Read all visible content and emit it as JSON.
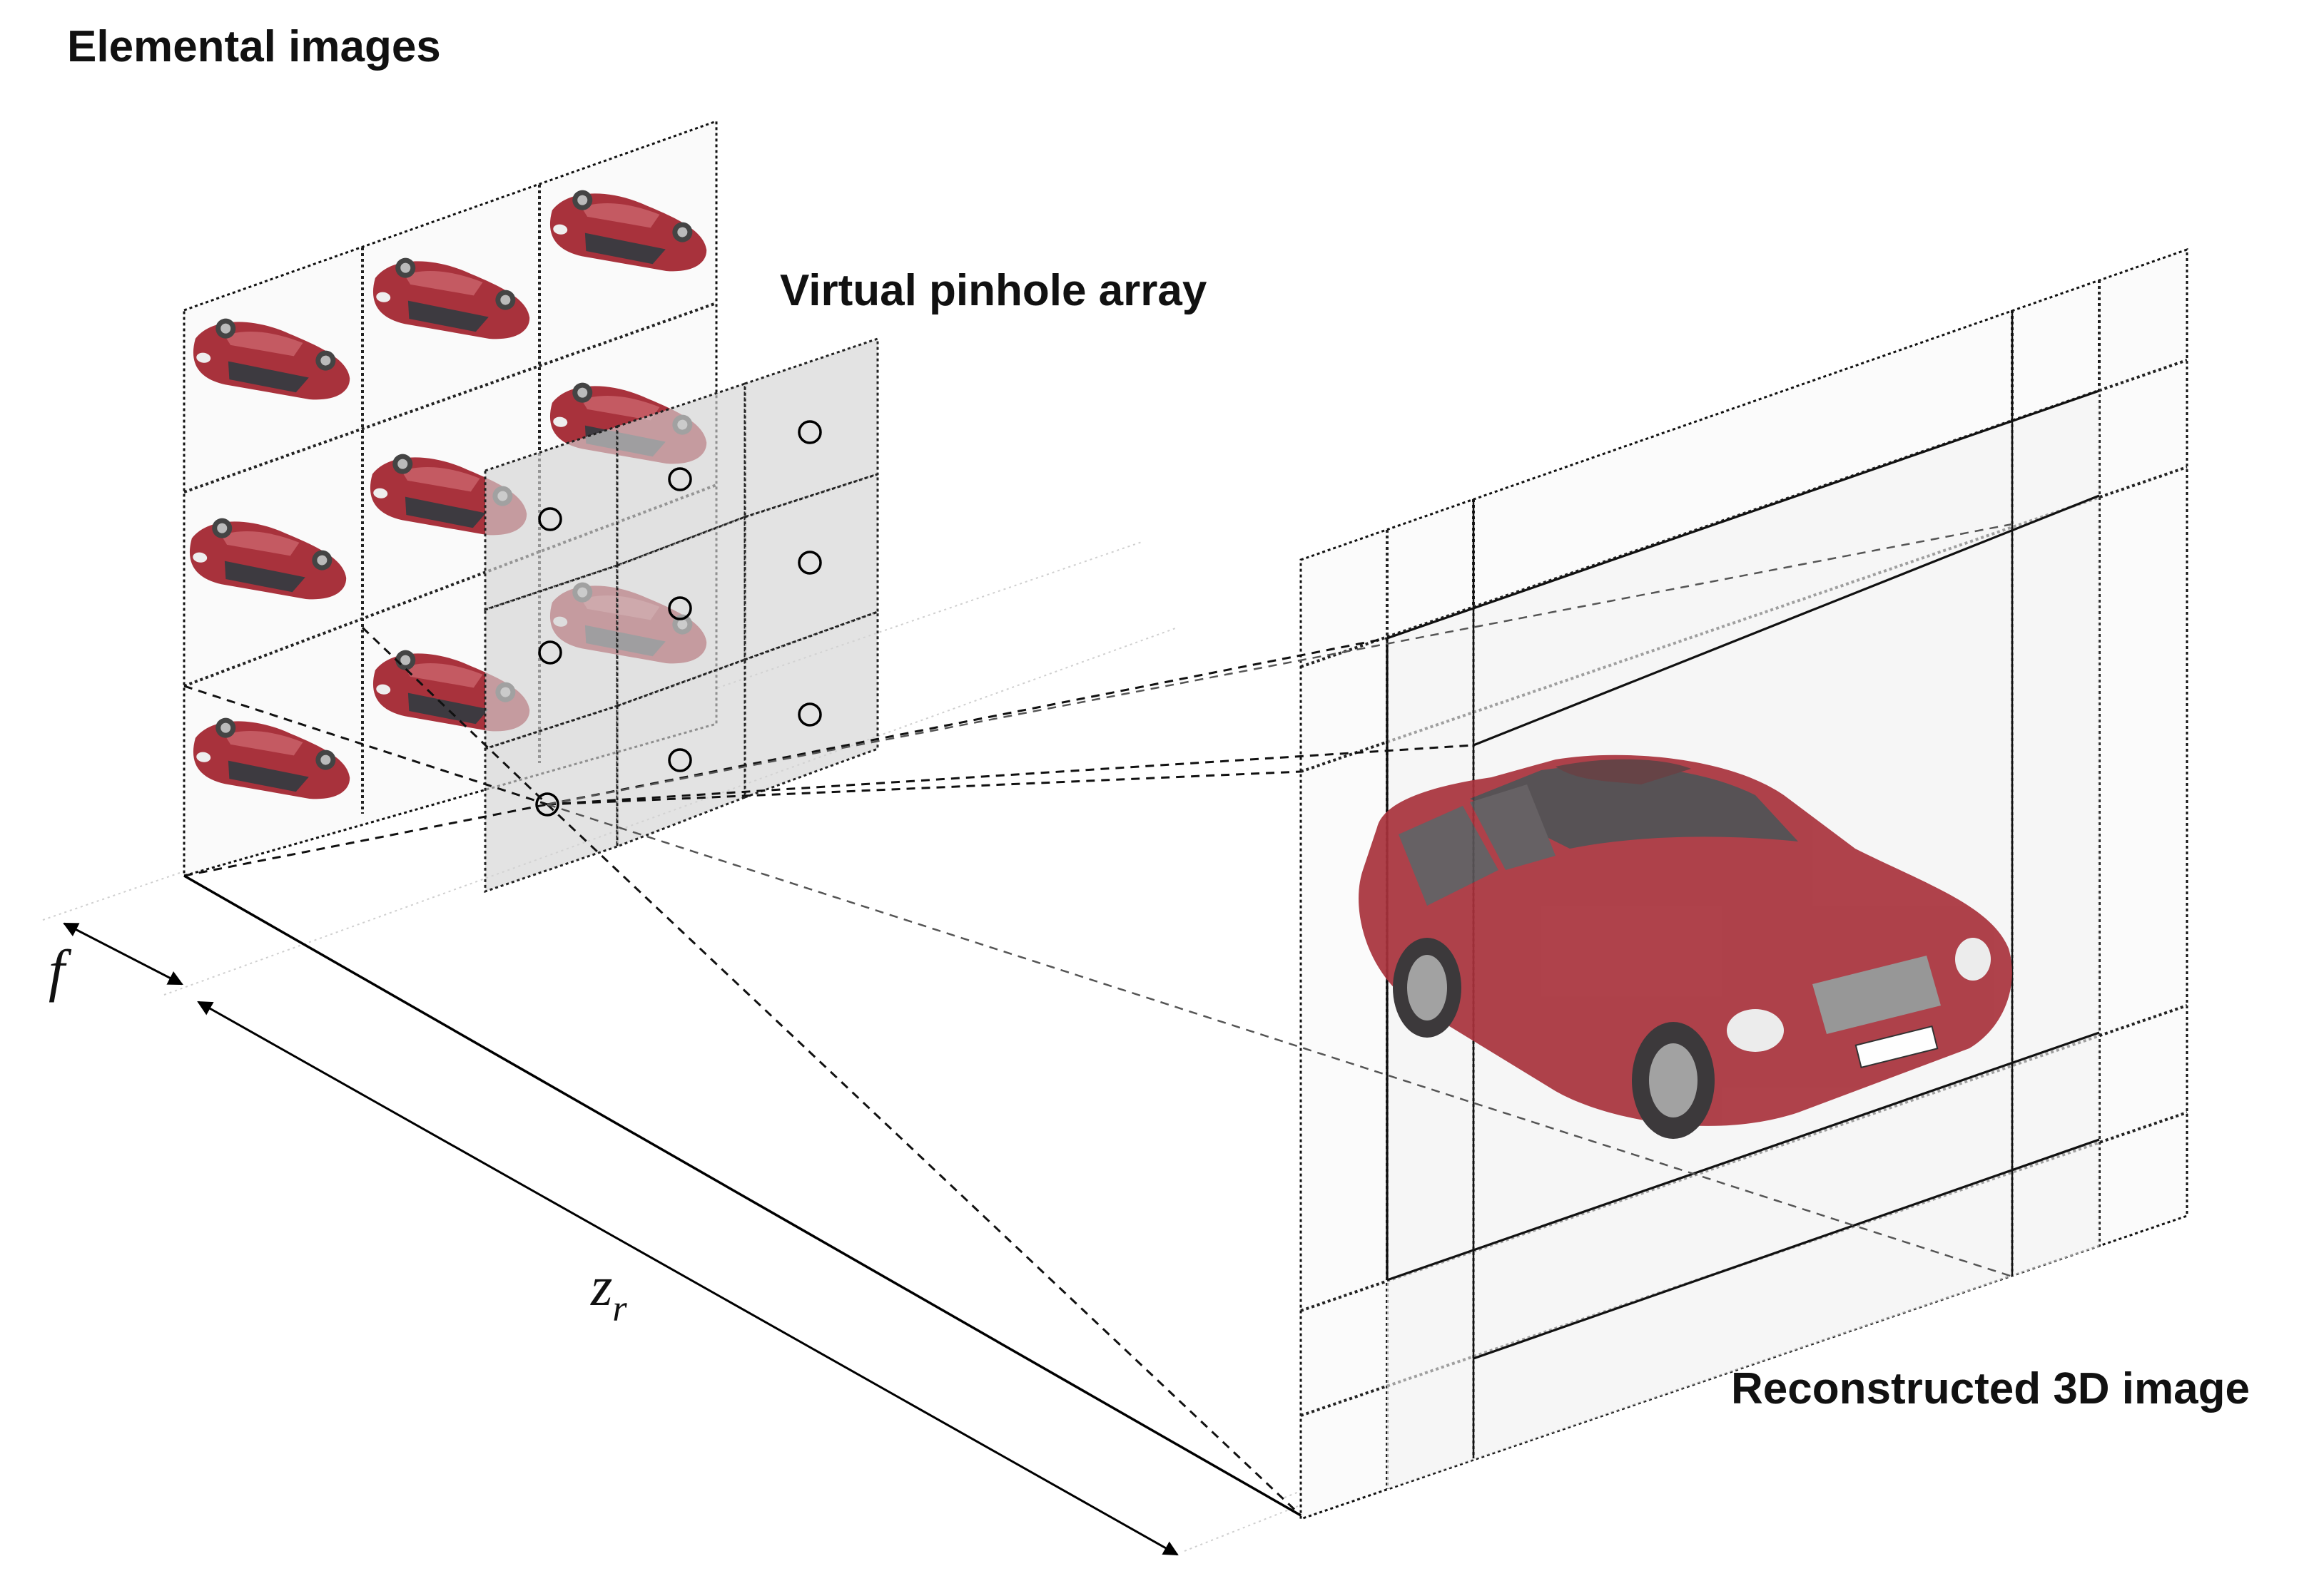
{
  "labels": {
    "elemental_images": "Elemental images",
    "virtual_pinhole_array": "Virtual pinhole array",
    "reconstructed_3d_image": "Reconstructed 3D image",
    "f": "f",
    "z_r_base": "z",
    "z_r_sub": "r"
  },
  "colors": {
    "car_body": "#a8323c",
    "car_dark": "#6b1f26",
    "pinhole_fill": "#d4d4d4",
    "plane_fill": "#f4f4f4"
  },
  "grid": {
    "elemental_images": {
      "rows": 3,
      "cols": 3
    },
    "virtual_pinhole_array": {
      "rows": 3,
      "cols": 3
    }
  }
}
